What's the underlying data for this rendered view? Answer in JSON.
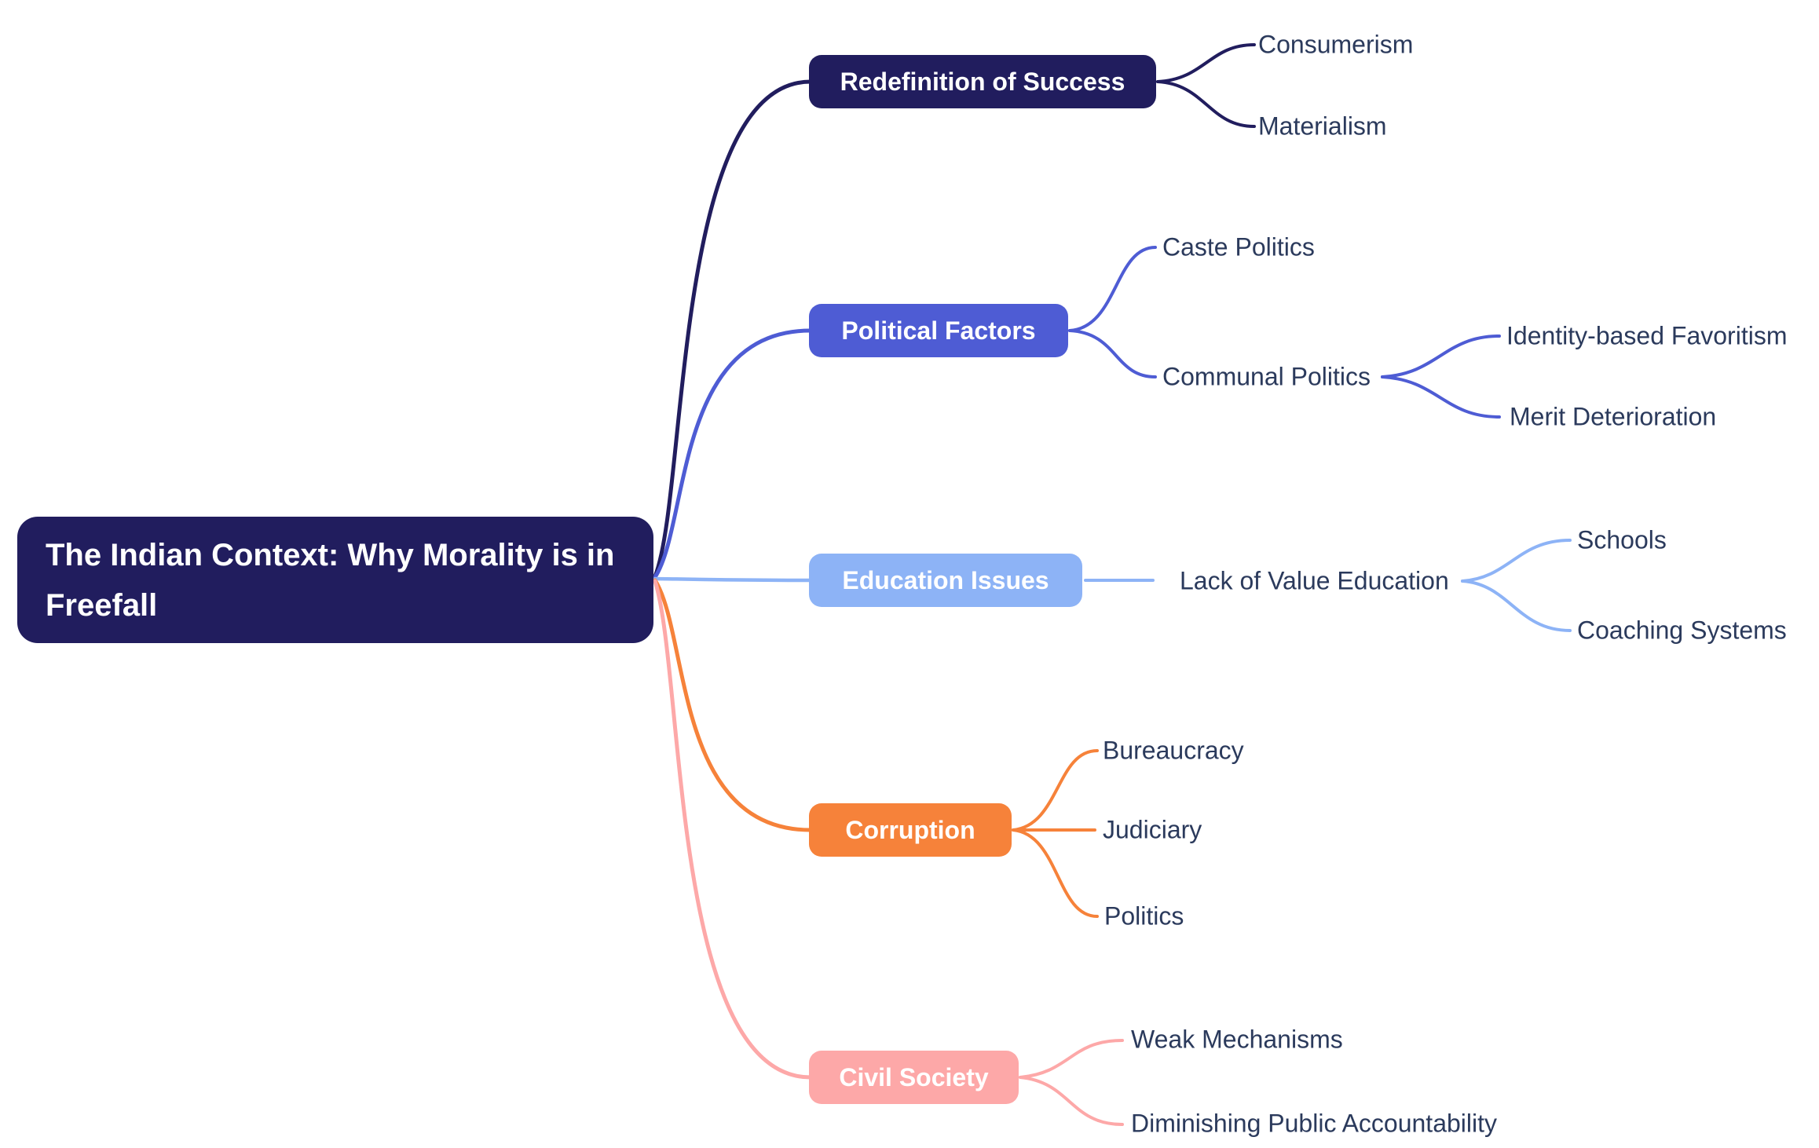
{
  "diagram_type": "mindmap",
  "colors": {
    "background": "#ffffff",
    "navy": "#211d5e",
    "indigo": "#4e5cd4",
    "light_blue": "#8db3f6",
    "orange": "#f6823a",
    "pink": "#fda8a8",
    "leaf_text": "#2b3a5c",
    "node_text": "#ffffff"
  },
  "root": {
    "label": "The Indian Context: Why Morality is in Freefall"
  },
  "branches": [
    {
      "label": "Redefinition of Success",
      "color_key": "navy",
      "children": [
        {
          "label": "Consumerism"
        },
        {
          "label": "Materialism"
        }
      ]
    },
    {
      "label": "Political Factors",
      "color_key": "indigo",
      "children": [
        {
          "label": "Caste Politics"
        },
        {
          "label": "Communal Politics",
          "children": [
            {
              "label": "Identity-based Favoritism"
            },
            {
              "label": "Merit Deterioration"
            }
          ]
        }
      ]
    },
    {
      "label": "Education Issues",
      "color_key": "light_blue",
      "children": [
        {
          "label": "Lack of Value Education",
          "children": [
            {
              "label": "Schools"
            },
            {
              "label": "Coaching Systems"
            }
          ]
        }
      ]
    },
    {
      "label": "Corruption",
      "color_key": "orange",
      "children": [
        {
          "label": "Bureaucracy"
        },
        {
          "label": "Judiciary"
        },
        {
          "label": "Politics"
        }
      ]
    },
    {
      "label": "Civil Society",
      "color_key": "pink",
      "children": [
        {
          "label": "Weak Mechanisms"
        },
        {
          "label": "Diminishing Public Accountability"
        }
      ]
    }
  ]
}
